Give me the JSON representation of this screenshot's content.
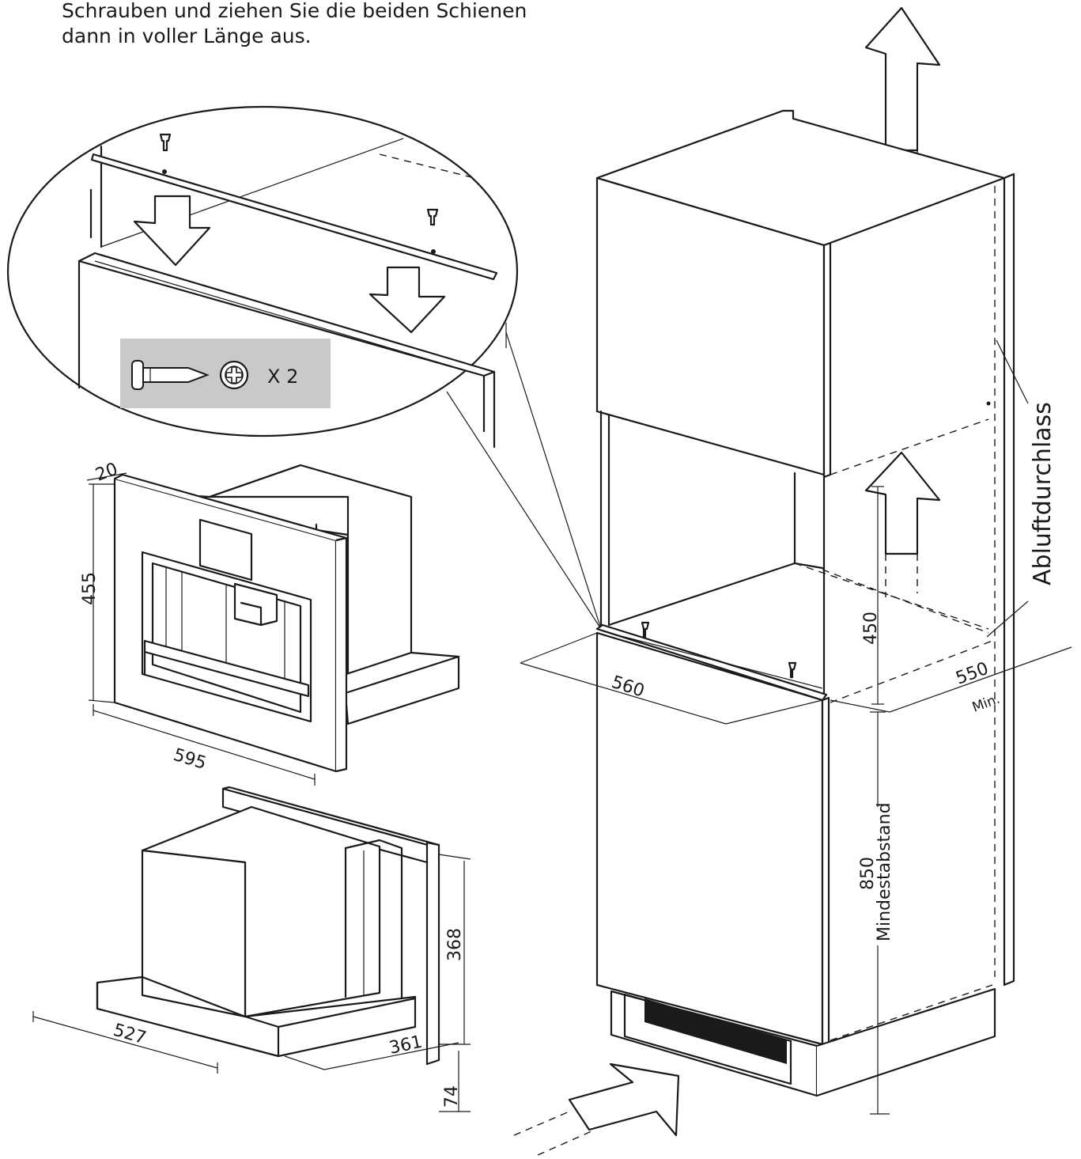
{
  "intro_text": {
    "line1": "Schrauben und ziehen Sie die beiden Schienen",
    "line2": "dann in voller Länge aus."
  },
  "inset": {
    "screw_count": "X 2"
  },
  "dimensions": {
    "front_depth": "20",
    "front_height": "455",
    "front_width": "595",
    "back_height": "368",
    "back_width": "527",
    "back_depth": "361",
    "back_offset": "74",
    "niche_height": "450",
    "niche_width": "560",
    "niche_depth": "550",
    "niche_depth_min": "Min.",
    "floor_distance": "850",
    "floor_distance_label": "Mindestabstand"
  },
  "labels": {
    "exhaust": "Abluftdurchlass"
  }
}
